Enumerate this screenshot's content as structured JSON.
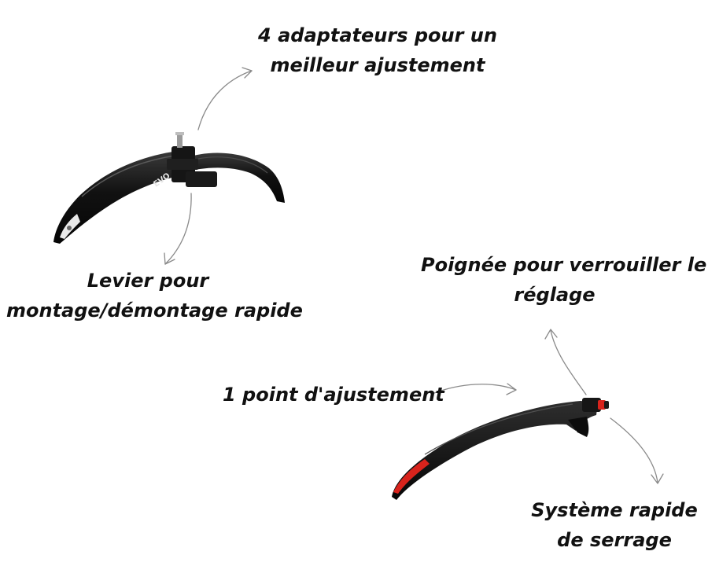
{
  "labels": {
    "adapters": [
      "4 adaptateurs pour un",
      "meilleur ajustement"
    ],
    "lever": [
      "Levier pour",
      "montage/démontage rapide"
    ],
    "handle": [
      "Poignée pour verrouiller le",
      "réglage"
    ],
    "point": [
      "1 point d'ajustement"
    ],
    "clamp": [
      "Système rapide",
      "de serrage"
    ]
  },
  "front_fender": {
    "logo_text": "EVO"
  },
  "colors": {
    "fender": "#0e0e0e",
    "reflector": "#d8231c",
    "arrow": "#8a8a8a",
    "text": "#111111"
  }
}
